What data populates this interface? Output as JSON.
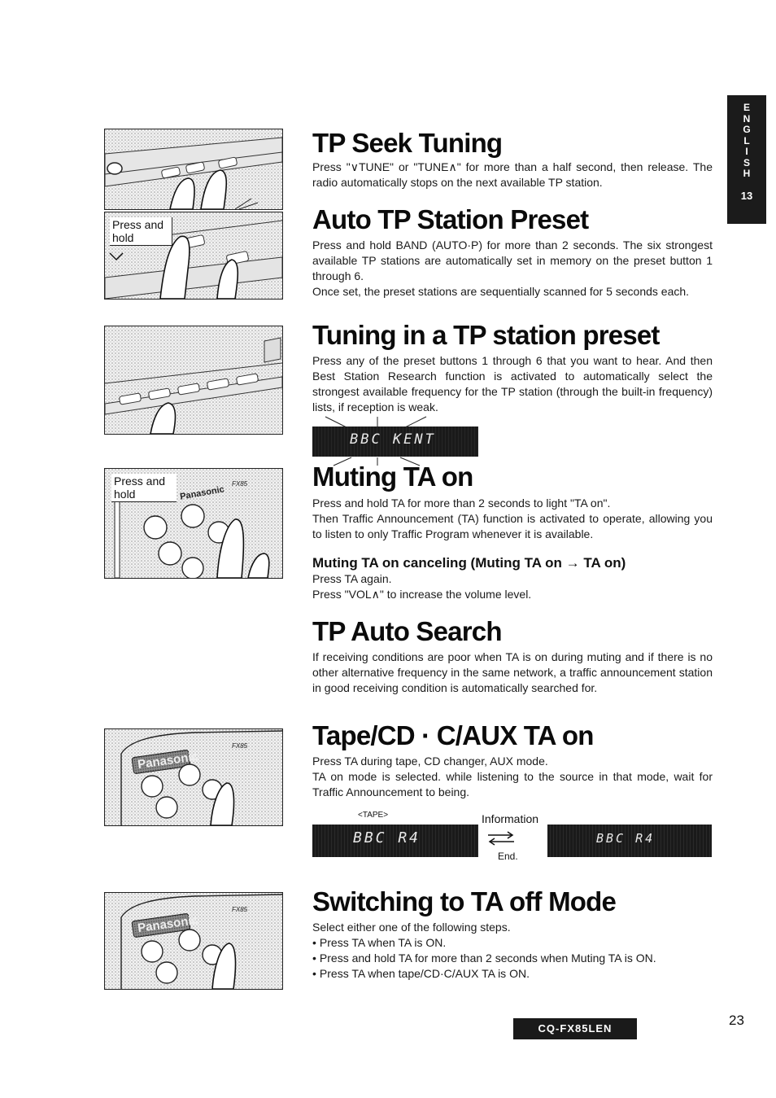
{
  "side_tab": {
    "letters": [
      "E",
      "N",
      "G",
      "L",
      "I",
      "S",
      "H"
    ],
    "number": "13"
  },
  "sections": {
    "tp_seek": {
      "title": "TP Seek Tuning",
      "text": "Press \"∨TUNE\" or \"TUNE∧\" for more than a half second, then release. The radio automatically stops on the next available TP station."
    },
    "auto_tp": {
      "title": "Auto TP Station Preset",
      "text1": "Press and hold BAND (AUTO·P) for more than 2 seconds. The six strongest available TP stations are automatically set in memory on the preset button 1 through 6.",
      "text2": "Once set, the preset stations are sequentially scanned for 5 seconds each."
    },
    "tuning_preset": {
      "title": "Tuning in a TP station preset",
      "text": "Press any of the preset buttons 1 through 6 that you want to hear. And then Best Station Research function is activated to automatically select the strongest available frequency for the TP station (through the built-in frequency) lists, if reception is weak.",
      "display_text": "BBC KENT"
    },
    "muting": {
      "title": "Muting TA on",
      "text1": "Press and hold TA for more than 2 seconds to light \"TA on\".",
      "text2": "Then Traffic Announcement (TA) function is activated to operate, allowing you to listen to only Traffic Program whenever it is available.",
      "subtitle": "Muting TA on canceling (Muting TA on → TA on)",
      "sub_text1": "Press TA again.",
      "sub_text2": "Press \"VOL∧\" to increase the volume level."
    },
    "auto_search": {
      "title": "TP Auto Search",
      "text": "If receiving conditions are poor when TA is on during muting and if there is no other alternative frequency in the same network, a traffic announcement station in good receiving condition is automatically searched for."
    },
    "tape_cd": {
      "title": "Tape/CD · C/AUX TA on",
      "text1": "Press TA during tape, CD changer, AUX mode.",
      "text2": "TA on mode is selected. while listening to the source in that mode, wait for Traffic Announcement to being.",
      "tape_label": "<TAPE>",
      "information_label": "Information",
      "end_label": "End.",
      "display_left": "BBC R4",
      "display_right": "BBC R4"
    },
    "ta_off": {
      "title": "Switching to TA off Mode",
      "text": "Select either one of the following steps.",
      "bullets": [
        "Press TA when TA is ON.",
        "Press and hold TA for more than 2 seconds when Muting TA is ON.",
        "Press TA when tape/CD·C/AUX TA is ON."
      ]
    }
  },
  "illustrations": {
    "press_and_hold": "Press and hold",
    "press_and_hold_2": "Press and hold",
    "brand": "Panasonic",
    "model_small": "FX85"
  },
  "footer": {
    "model": "CQ-FX85LEN",
    "page": "23"
  }
}
